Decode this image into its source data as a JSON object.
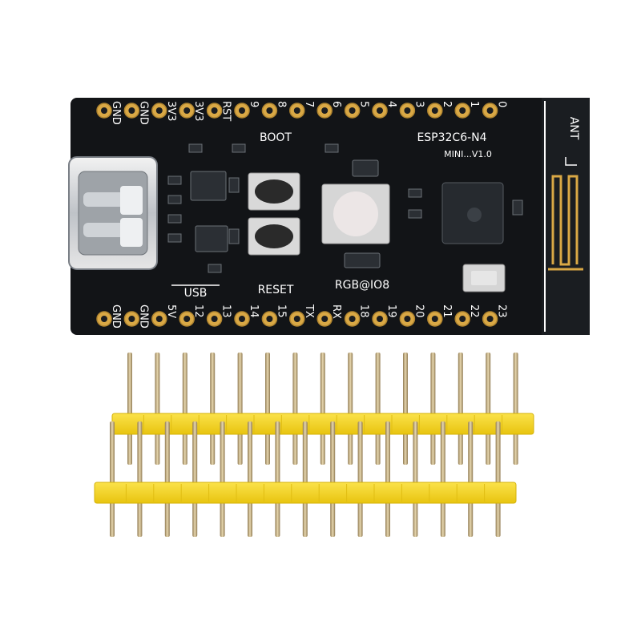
{
  "board": {
    "model": "ESP32C6-N4",
    "version": "MINI...V1.0",
    "antenna_label": "ANT",
    "boot_label": "BOOT",
    "reset_label": "RESET",
    "usb_label": "USB",
    "rgb_label": "RGB@IO8",
    "chip_marking": "",
    "crystal_marking": "",
    "top_pins": [
      "GND",
      "GND",
      "3V3",
      "3V3",
      "RST",
      "9",
      "8",
      "7",
      "6",
      "5",
      "4",
      "3",
      "2",
      "1",
      "0"
    ],
    "bottom_pins": [
      "GND",
      "GND",
      "5V",
      "12",
      "13",
      "14",
      "15",
      "TX",
      "RX",
      "18",
      "19",
      "20",
      "21",
      "22",
      "23"
    ],
    "colors": {
      "pcb": "#121417",
      "gold": "#d9a845",
      "silk": "#ffffff",
      "header_plastic": "#f2d21b",
      "pin_metal": "#c9b48a"
    }
  },
  "headers": {
    "count": 2,
    "pins_per_header": 15
  }
}
